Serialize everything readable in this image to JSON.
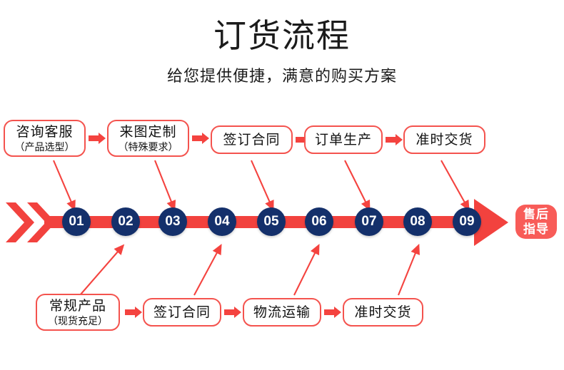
{
  "header": {
    "title": "订货流程",
    "subtitle": "给您提供便捷，满意的购买方案"
  },
  "colors": {
    "accent_red": "#f2423e",
    "box_border_red": "#f4534e",
    "circle_navy": "#14306b",
    "end_label_red": "#f85c58",
    "text_black": "#111111",
    "background": "#ffffff"
  },
  "spine": {
    "steps": [
      {
        "number": "01"
      },
      {
        "number": "02"
      },
      {
        "number": "03"
      },
      {
        "number": "04"
      },
      {
        "number": "05"
      },
      {
        "number": "06"
      },
      {
        "number": "07"
      },
      {
        "number": "08"
      },
      {
        "number": "09"
      }
    ],
    "end_label_line1": "售后",
    "end_label_line2": "指导"
  },
  "top_row": {
    "boxes": [
      {
        "line1": "咨询客服",
        "line2": "（产品选型）",
        "links_to": "01"
      },
      {
        "line1": "来图定制",
        "line2": "（特殊要求）",
        "links_to": "03"
      },
      {
        "line1": "签订合同",
        "line2": "",
        "links_to": "05"
      },
      {
        "line1": "订单生产",
        "line2": "",
        "links_to": "07"
      },
      {
        "line1": "准时交货",
        "line2": "",
        "links_to": "09"
      }
    ]
  },
  "bottom_row": {
    "boxes": [
      {
        "line1": "常规产品",
        "line2": "（现货充足）",
        "links_to": "02"
      },
      {
        "line1": "签订合同",
        "line2": "",
        "links_to": "04"
      },
      {
        "line1": "物流运输",
        "line2": "",
        "links_to": "06"
      },
      {
        "line1": "准时交货",
        "line2": "",
        "links_to": "08"
      }
    ]
  }
}
